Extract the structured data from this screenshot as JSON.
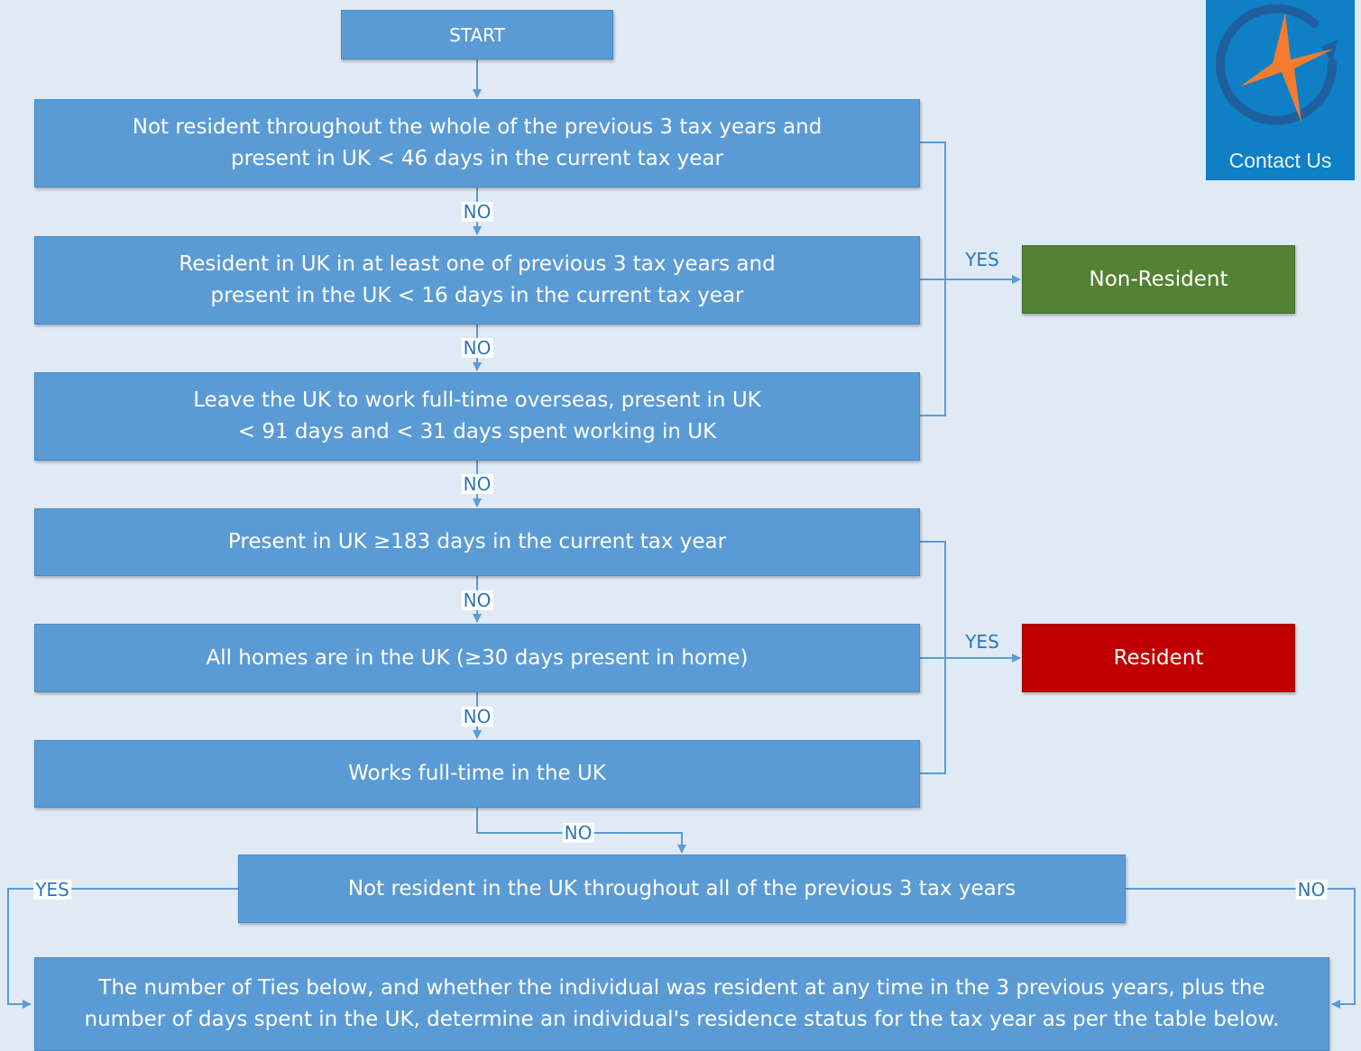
{
  "diagram": {
    "start": "START",
    "nodes": [
      {
        "id": "q1",
        "text": "Not resident throughout the whole of the previous 3 tax years and\npresent in UK < 46 days in the current tax year"
      },
      {
        "id": "q2",
        "text": "Resident in UK in at least one of previous 3 tax years and\npresent in the UK < 16 days in the current tax year"
      },
      {
        "id": "q3",
        "text": "Leave the UK to work full-time overseas, present in UK\n< 91 days and < 31 days spent working in UK"
      },
      {
        "id": "q4",
        "text": "Present in UK ≥183 days in the current tax year"
      },
      {
        "id": "q5",
        "text": "All homes are in the UK (≥30 days present in home)"
      },
      {
        "id": "q6",
        "text": "Works full-time in the UK"
      },
      {
        "id": "q7",
        "text": "Not resident in the UK throughout all of the previous 3 tax years"
      },
      {
        "id": "ties",
        "text": "The number of Ties below, and whether the individual was resident at any time in the 3 previous years, plus the\nnumber of days spent in the UK, determine an individual's residence status for the tax year as per the table below."
      }
    ],
    "outcomes": {
      "non_resident": {
        "text": "Non-Resident",
        "color": "#548235"
      },
      "resident": {
        "text": "Resident",
        "color": "#c00000"
      }
    },
    "edge_labels": {
      "yes": "YES",
      "no": "NO"
    },
    "colors": {
      "box": "#5b9bd5",
      "line": "#5b9bd5",
      "label": "#2e75b6",
      "background": "#dfeaf5"
    }
  },
  "contact": {
    "label": "Contact Us",
    "icon": "logo-icon"
  }
}
